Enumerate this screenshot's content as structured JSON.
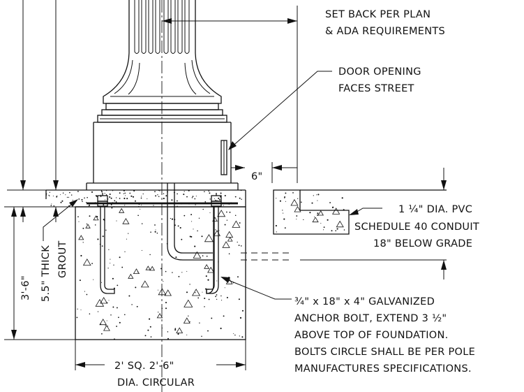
{
  "labels": {
    "setback_line1": "SET BACK PER PLAN",
    "setback_line2": "& ADA REQUIREMENTS",
    "door_line1": "DOOR OPENING",
    "door_line2": "FACES STREET",
    "six_inch": "6\"",
    "conduit_line1": "1 ¼\" DIA. PVC",
    "conduit_line2": "SCHEDULE 40 CONDUIT",
    "conduit_line3": "18\" BELOW GRADE",
    "depth": "3'-6\"",
    "grout_line1": "5.5\" THICK",
    "grout_line2": "GROUT",
    "bolt_line1": "¾\" x 18\" x 4\" GALVANIZED",
    "bolt_line2": "ANCHOR BOLT, EXTEND 3 ½\"",
    "bolt_line3": "ABOVE TOP OF FOUNDATION.",
    "bolt_line4": "BOLTS CIRCLE SHALL BE PER POLE",
    "bolt_line5": "MANUFACTURES SPECIFICATIONS.",
    "width_line1": "2' SQ. 2'-6\"",
    "width_line2": "DIA. CIRCULAR"
  },
  "colors": {
    "ink": "#111111",
    "paper": "#ffffff"
  }
}
